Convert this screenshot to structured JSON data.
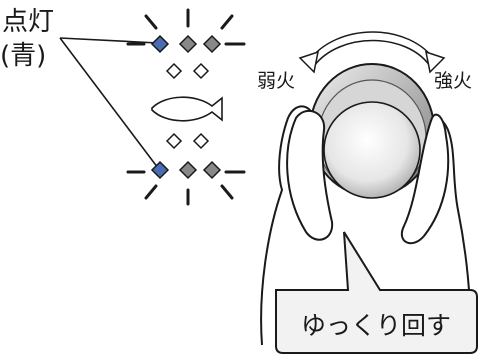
{
  "labels": {
    "lit": "点灯",
    "lit_color": "(青)",
    "low_heat": "弱火",
    "high_heat": "強火",
    "instruction": "ゆっくり回す"
  },
  "icons": {
    "fish": "fish-icon",
    "knob": "heat-knob",
    "hand": "hand-icon",
    "rotate": "rotate-arrow-icon"
  },
  "colors": {
    "lit_indicator": "#4a6cb3",
    "indicator_gray": "#888888",
    "line": "#1a1a1a",
    "callout_fill": "#f2f2f2"
  }
}
